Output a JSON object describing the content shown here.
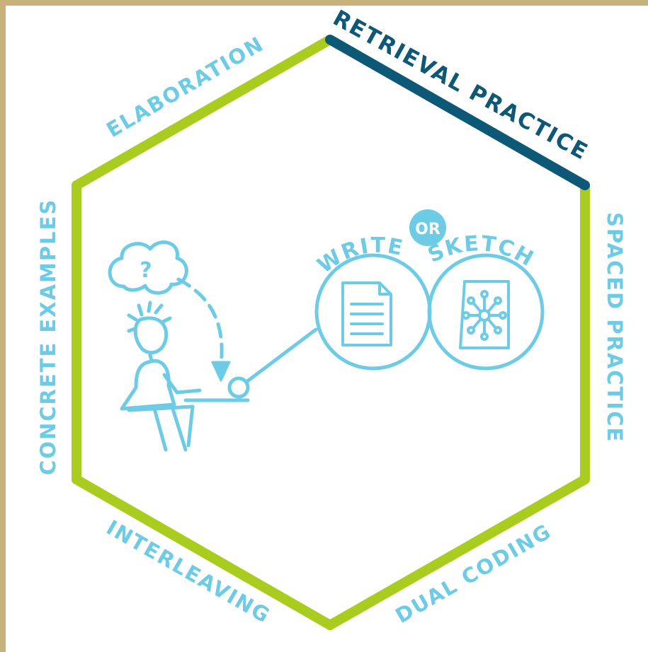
{
  "colors": {
    "background": "#c9b27a",
    "panel": "#ffffff",
    "hex_edge": "#a9cc1e",
    "highlight_edge": "#0d5777",
    "light_blue": "#6ecbe6"
  },
  "hexagon": {
    "labels": {
      "retrieval": "RETRIEVAL PRACTICE",
      "spaced": "SPACED PRACTICE",
      "dual": "DUAL CODING",
      "interleaving": "INTERLEAVING",
      "concrete": "CONCRETE EXAMPLES",
      "elaboration": "ELABORATION"
    },
    "highlighted": "retrieval"
  },
  "illustration": {
    "or_badge": "OR",
    "write_label": "WRITE",
    "sketch_label": "SKETCH",
    "thought_bubble": "?",
    "icons": [
      "question-thought-bubble-icon",
      "person-at-desk-icon",
      "document-icon",
      "mind-map-icon"
    ]
  }
}
